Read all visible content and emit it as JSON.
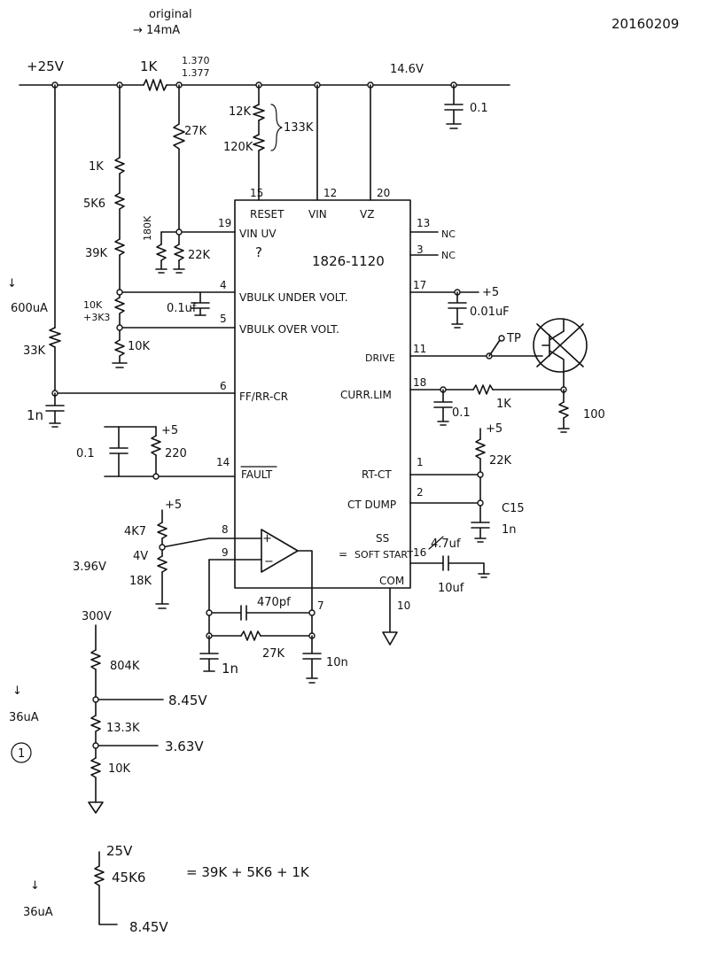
{
  "header": {
    "date": "20160209",
    "original_label": "original",
    "original_current": "→ 14mA"
  },
  "rails": {
    "plus25": "+25V",
    "r_1k_top": "1K",
    "v_meas_1": "1.370",
    "v_meas_2": "1.377",
    "v_146": "14.6V",
    "cap_01_top": "0.1"
  },
  "dividers": {
    "r_27k_top": "27K",
    "r_12k": "12K",
    "r_120k": "120K",
    "r_133k": "133K",
    "r_1k_left": "1K",
    "r_5k6": "5K6",
    "r_39k": "39K",
    "r_180k": "180K",
    "r_22k_uv": "22K",
    "r_10k_3k3": "10K",
    "r_3k3": "+3K3",
    "r_10k_ov": "10K",
    "cap_01uf_vbulk": "0.1uf",
    "i_600ua": "600uA",
    "r_33k": "33K",
    "cap_1n_ff": "1n",
    "arrow_down": "↓"
  },
  "ic": {
    "part_number": "1826-1120",
    "question": "?",
    "pins_top": [
      {
        "num": "15",
        "name": "RESET"
      },
      {
        "num": "12",
        "name": "VIN"
      },
      {
        "num": "20",
        "name": "VZ"
      }
    ],
    "pins_left": [
      {
        "num": "19",
        "name": "VIN UV"
      },
      {
        "num": "4",
        "name": "VBULK UNDER VOLT."
      },
      {
        "num": "5",
        "name": "VBULK OVER VOLT."
      },
      {
        "num": "6",
        "name": "FF/RR-CR"
      },
      {
        "num": "14",
        "name": "FAULT"
      },
      {
        "num": "8",
        "name": ""
      },
      {
        "num": "9",
        "name": ""
      }
    ],
    "pins_right": [
      {
        "num": "13",
        "name": "NC"
      },
      {
        "num": "3",
        "name": "NC"
      },
      {
        "num": "17",
        "name": ""
      },
      {
        "num": "11",
        "name": "DRIVE"
      },
      {
        "num": "18",
        "name": "CURR.LIM"
      },
      {
        "num": "1",
        "name": "RT-CT"
      },
      {
        "num": "2",
        "name": "CT DUMP"
      },
      {
        "num": "16",
        "name": "SOFT START"
      }
    ],
    "ss_label": "SS",
    "eq_label": "=",
    "com_label": "COM",
    "com_pin": "10",
    "opamp_out_pin": "7"
  },
  "right_side": {
    "plus5_17": "+5",
    "cap_001uf": "0.01uF",
    "tp": "TP",
    "r_1k_cl": "1K",
    "cap_01_cl": "0.1",
    "r_100": "100",
    "plus5_rt": "+5",
    "r_22k_rt": "22K",
    "c15": "C15",
    "c15_val": "1n",
    "cap_47uf": "4.7uf",
    "cap_10uf": "10uf"
  },
  "fault_net": {
    "plus5": "+5",
    "cap_01": "0.1",
    "r_220": "220"
  },
  "opamp_net": {
    "plus5": "+5",
    "r_4k7": "4K7",
    "v_4v": "4V",
    "v_396": "3.96V",
    "r_18k": "18K",
    "cap_470pf": "470pf",
    "r_27k": "27K",
    "cap_1n": "1n",
    "cap_10n": "10n"
  },
  "bottom_divider": {
    "v_300": "300V",
    "r_804k": "804K",
    "v_845": "8.45V",
    "r_133k": "13.3K",
    "v_363": "3.63V",
    "r_10k": "10K",
    "i_36ua": "36uA",
    "circle_label": "1",
    "arrow_down": "↓"
  },
  "equation": {
    "v_25": "25V",
    "r_45k6": "45K6",
    "expr": "= 39K + 5K6 + 1K",
    "i_36ua": "36uA",
    "v_845": "8.45V",
    "arrow_down": "↓"
  }
}
